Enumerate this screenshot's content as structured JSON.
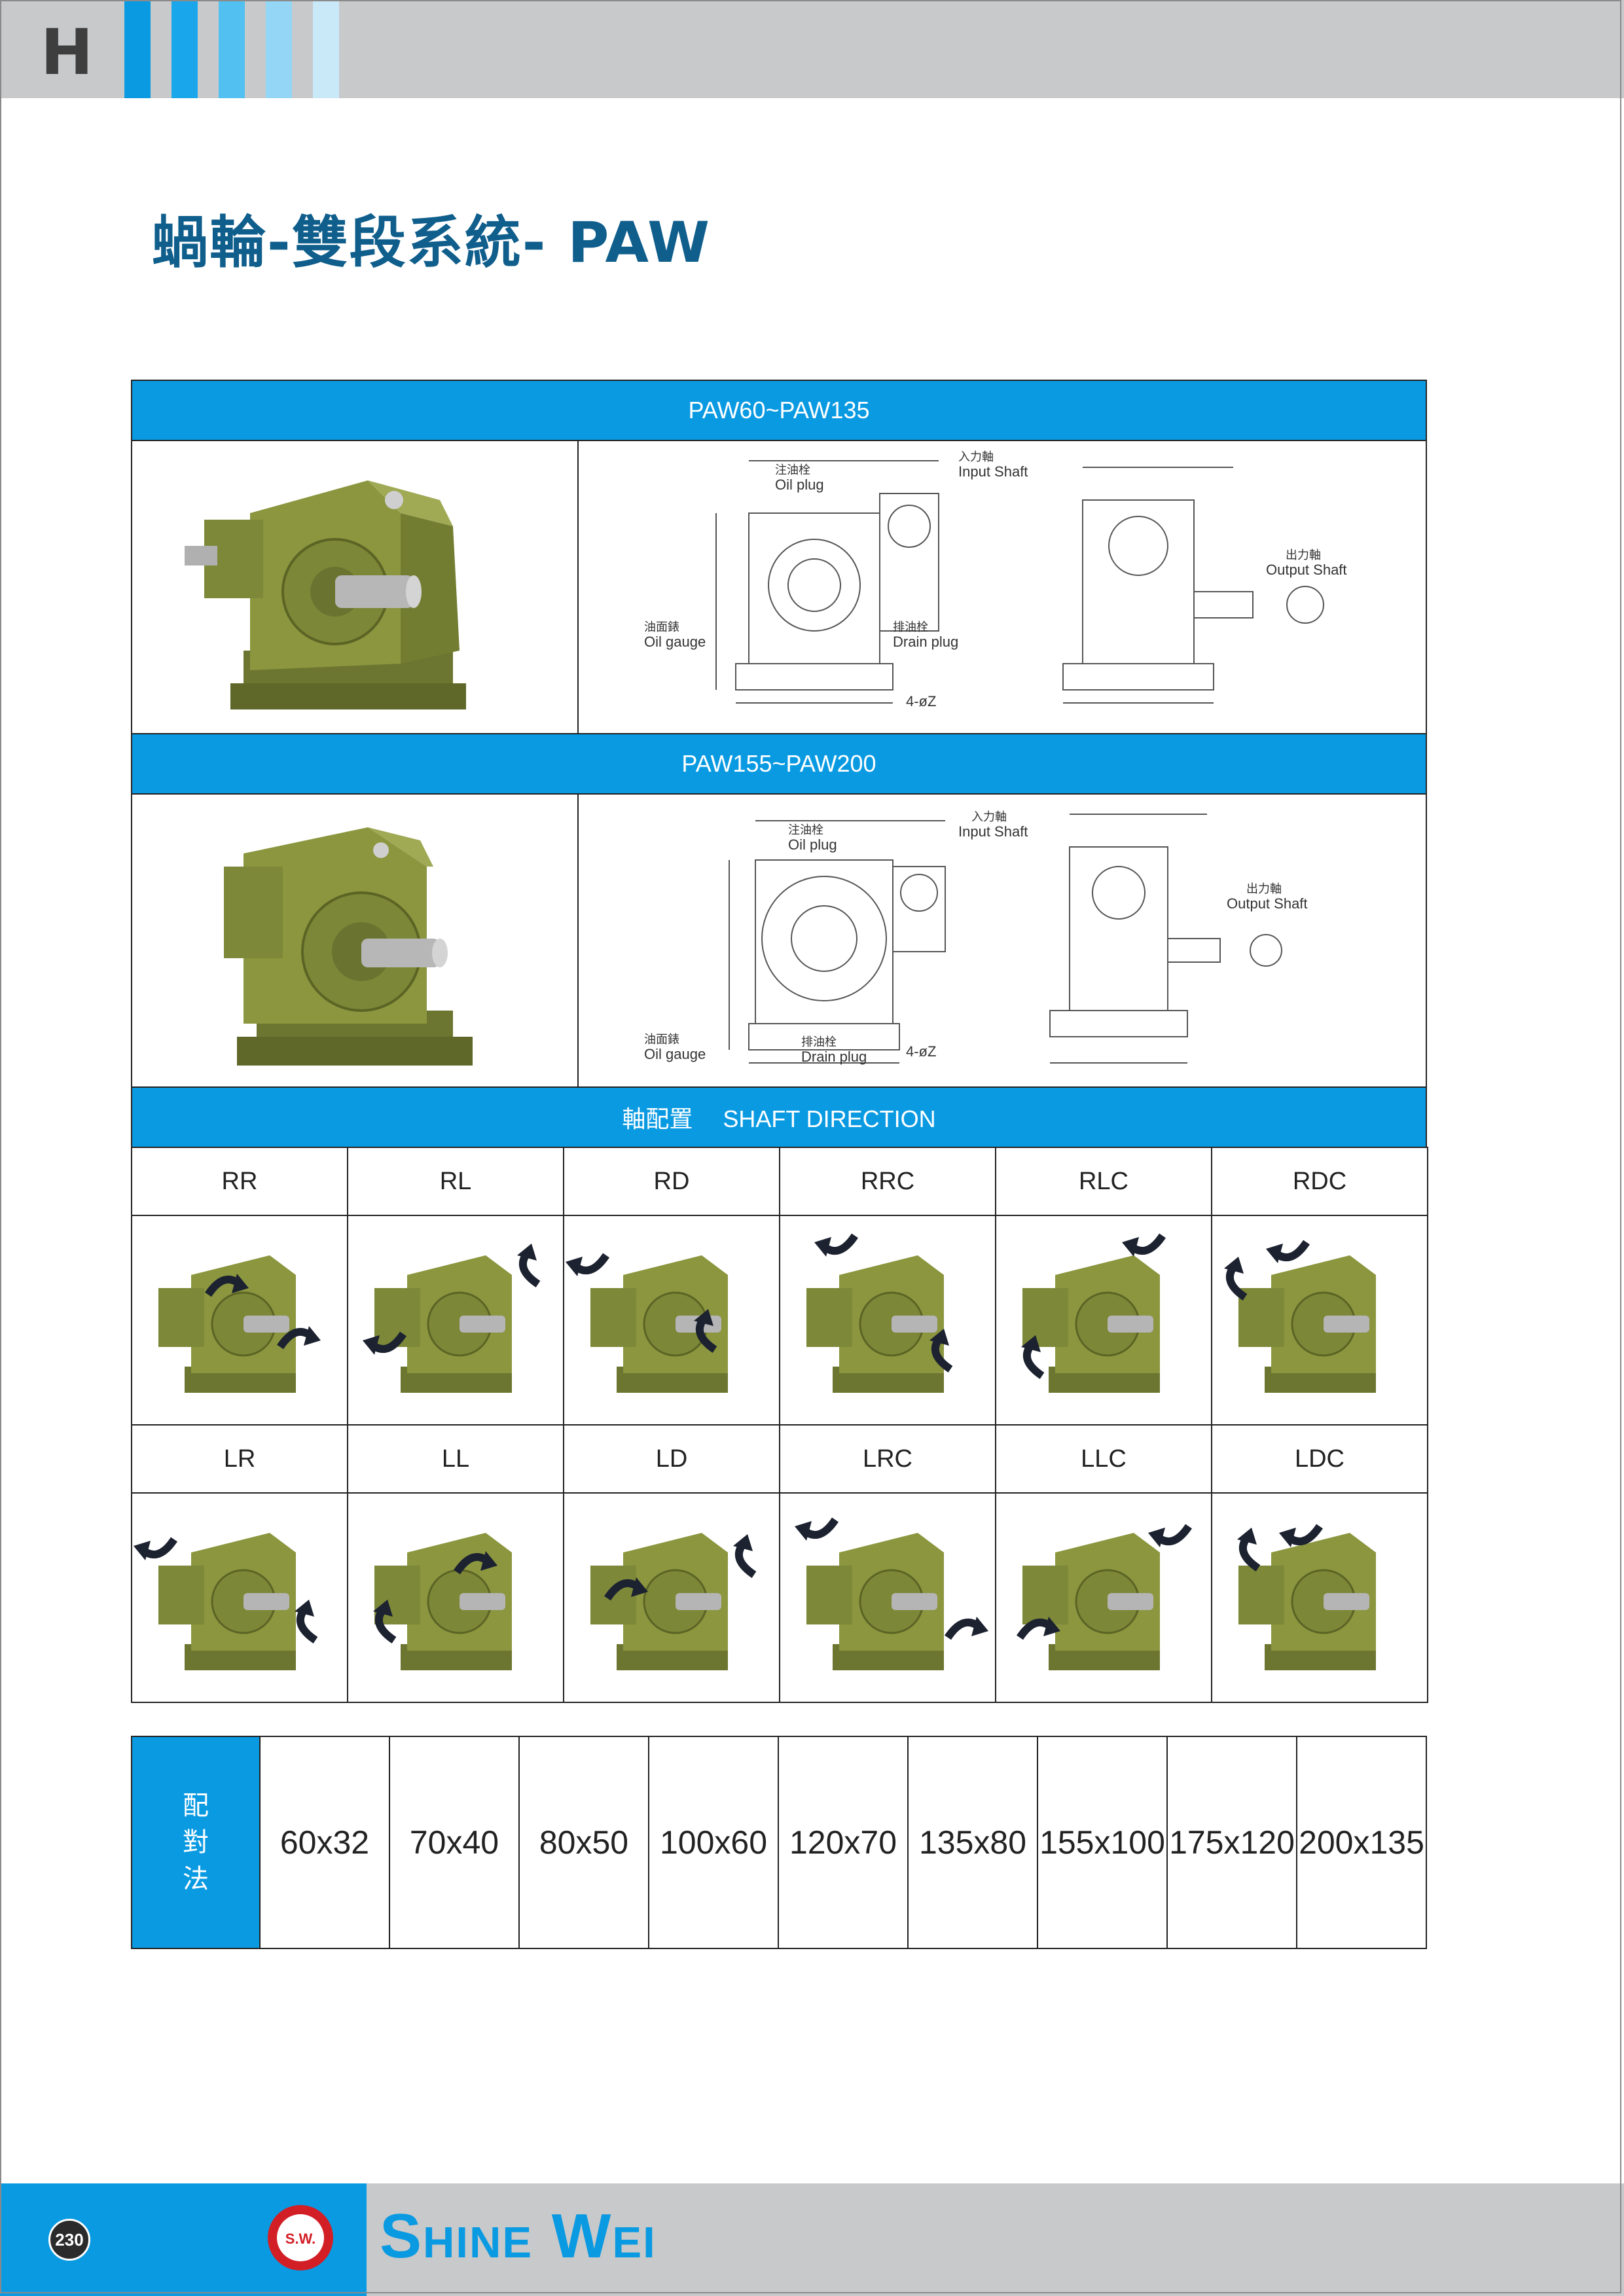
{
  "header": {
    "section_letter": "H"
  },
  "title": "蝸輪-雙段系統- PAW",
  "models": [
    {
      "band": "PAW60~PAW135",
      "labels": {
        "oil_plug_zh": "注油栓",
        "oil_plug": "Oil plug",
        "input_zh": "入力軸",
        "input": "Input Shaft",
        "output_zh": "出力軸",
        "output": "Output Shaft",
        "gauge_zh": "油面錶",
        "gauge": "Oil gauge",
        "drain_zh": "排油栓",
        "drain": "Drain plug",
        "holes": "4-øZ"
      }
    },
    {
      "band": "PAW155~PAW200",
      "labels": {
        "oil_plug_zh": "注油栓",
        "oil_plug": "Oil plug",
        "input_zh": "入力軸",
        "input": "Input Shaft",
        "output_zh": "出力軸",
        "output": "Output Shaft",
        "gauge_zh": "油面錶",
        "gauge": "Oil gauge",
        "drain_zh": "排油栓",
        "drain": "Drain plug",
        "holes": "4-øZ"
      }
    }
  ],
  "shaft": {
    "band": "軸配置　 SHAFT DIRECTION",
    "row1": [
      "RR",
      "RL",
      "RD",
      "RRC",
      "RLC",
      "RDC"
    ],
    "row2": [
      "LR",
      "LL",
      "LD",
      "LRC",
      "LLC",
      "LDC"
    ]
  },
  "pairing": {
    "label_chars": [
      "配",
      "對",
      "法"
    ],
    "sizes": [
      "60x32",
      "70x40",
      "80x50",
      "100x60",
      "120x70",
      "135x80",
      "155x100",
      "175x120",
      "200x135"
    ]
  },
  "footer": {
    "page_number": "230",
    "brand": "Shine Wei",
    "logo_text": "S.W."
  },
  "colors": {
    "accent_blue": "#0a9ae2",
    "title_blue": "#0f5e8c",
    "gearbox_green": "#7f8a3a",
    "header_grey": "#c8c9ca"
  }
}
